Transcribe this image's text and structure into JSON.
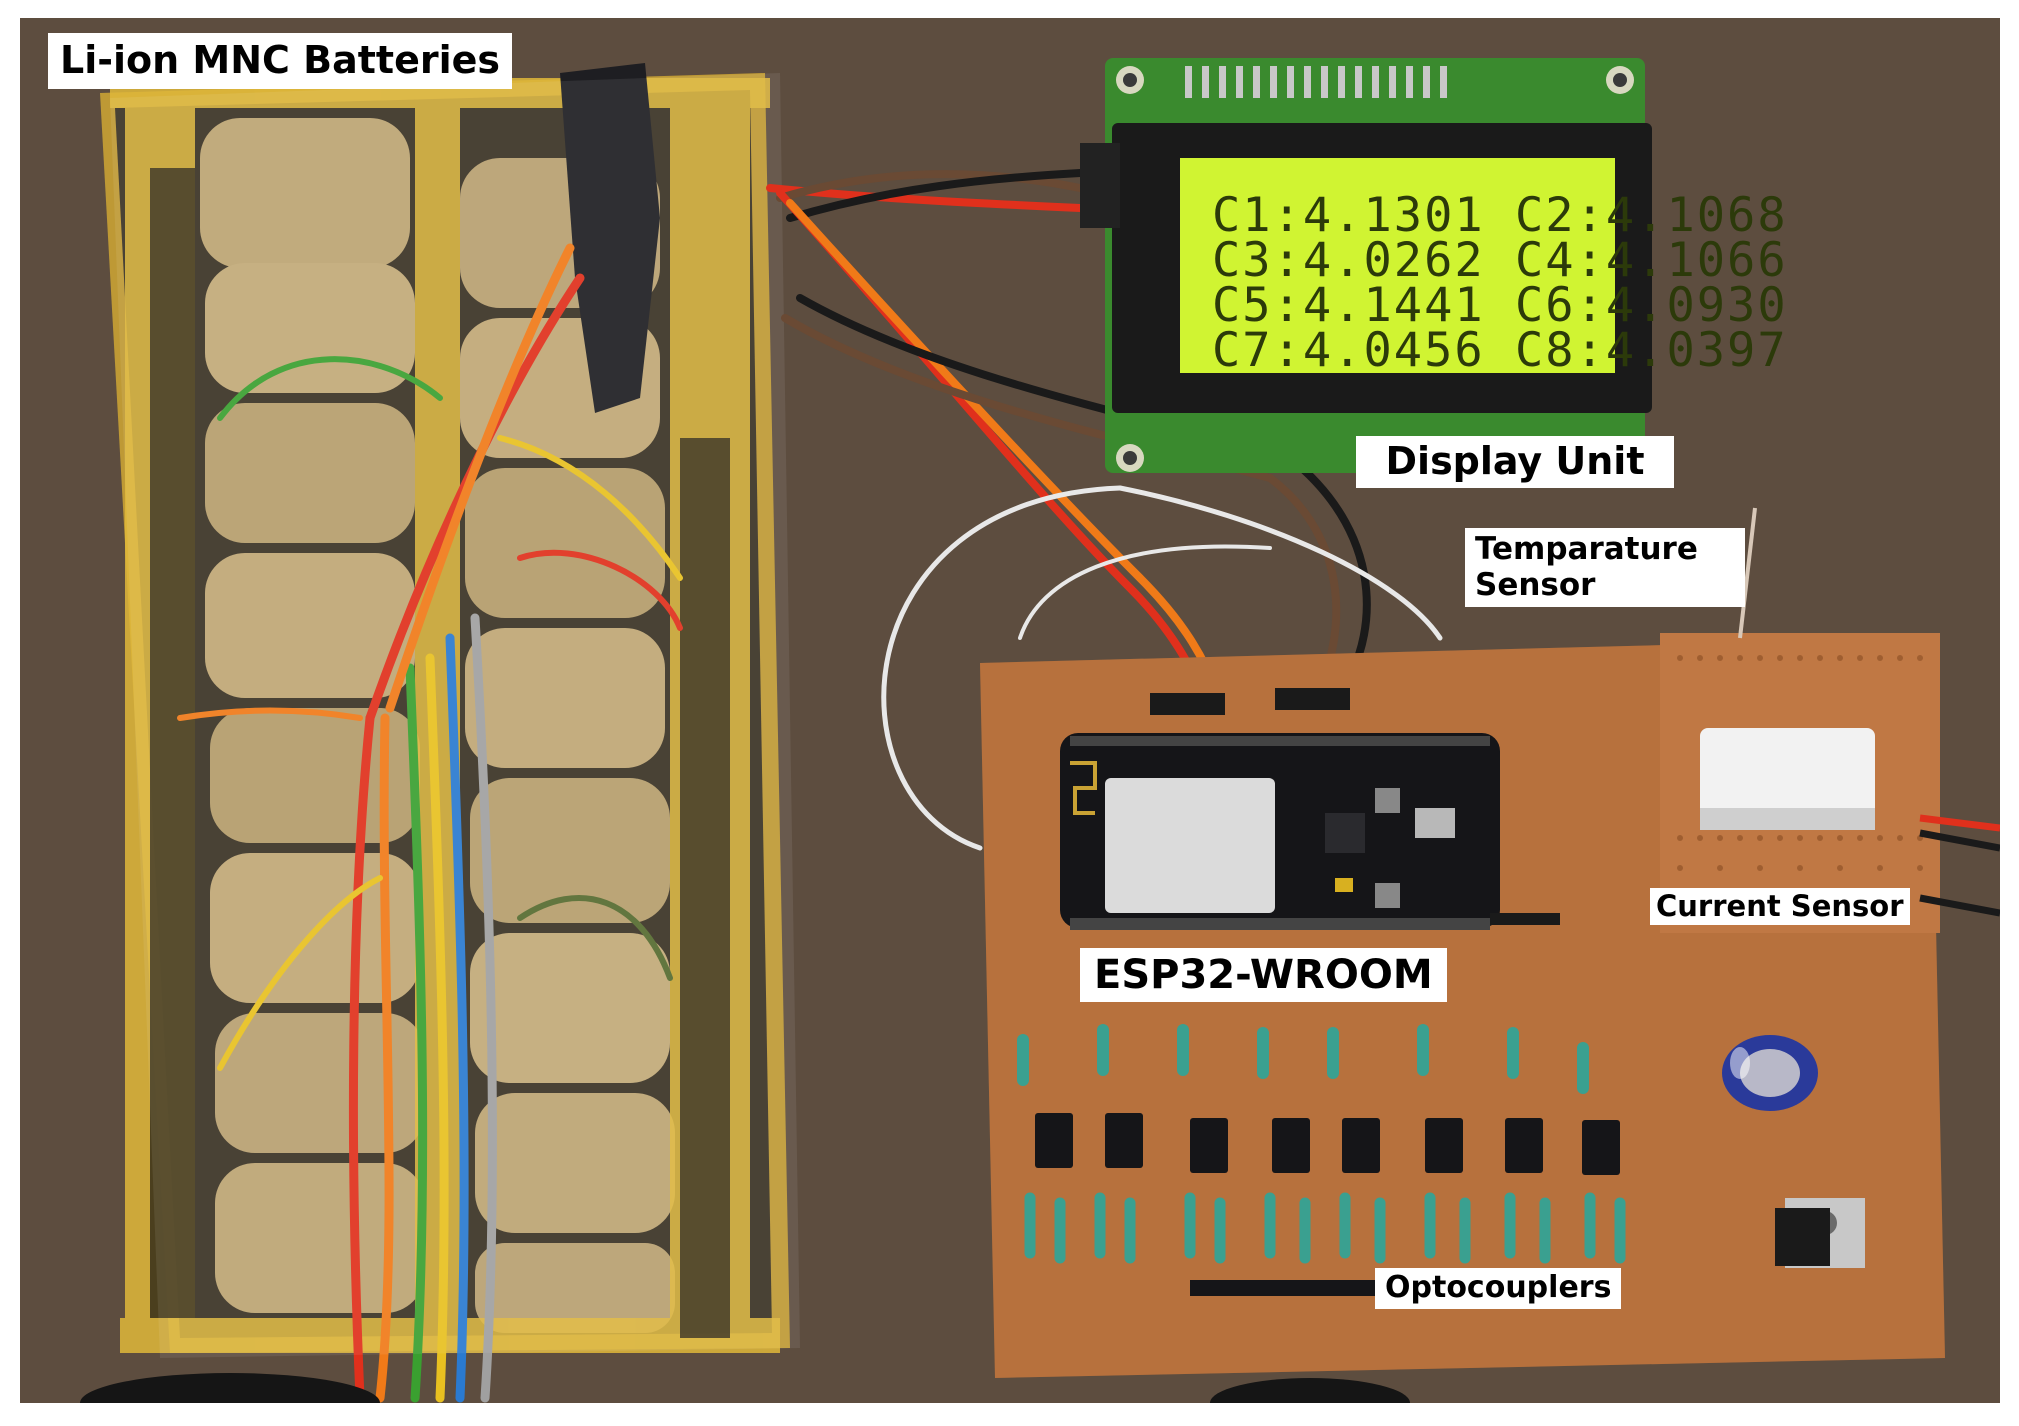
{
  "labels": {
    "batteries": "Li-ion MNC Batteries",
    "display_unit": "Display Unit",
    "temp_sensor_line1": "Temparature",
    "temp_sensor_line2": "Sensor",
    "current_sensor": "Current Sensor",
    "esp32": "ESP32-WROOM",
    "optocouplers": "Optocouplers"
  },
  "lcd": {
    "lines": [
      "C1:4.1301 C2:4.1068",
      "C3:4.0262 C4:4.1066",
      "C5:4.1441 C6:4.0930",
      "C7:4.0456 C8:4.0397"
    ]
  },
  "colors": {
    "table": "#5a4a3c",
    "battery_tape": "#d9b43a",
    "battery_cell": "#b09a6a",
    "pcb": "#b06a38",
    "lcd_screen": "#c8f01e",
    "lcd_board": "#3a8a2e",
    "wire_red": "#e0301c",
    "wire_orange": "#f07a18",
    "wire_brown": "#6a4a34",
    "wire_black": "#1a1a1a",
    "wire_green": "#3aa030",
    "wire_yellow": "#e8c020"
  }
}
